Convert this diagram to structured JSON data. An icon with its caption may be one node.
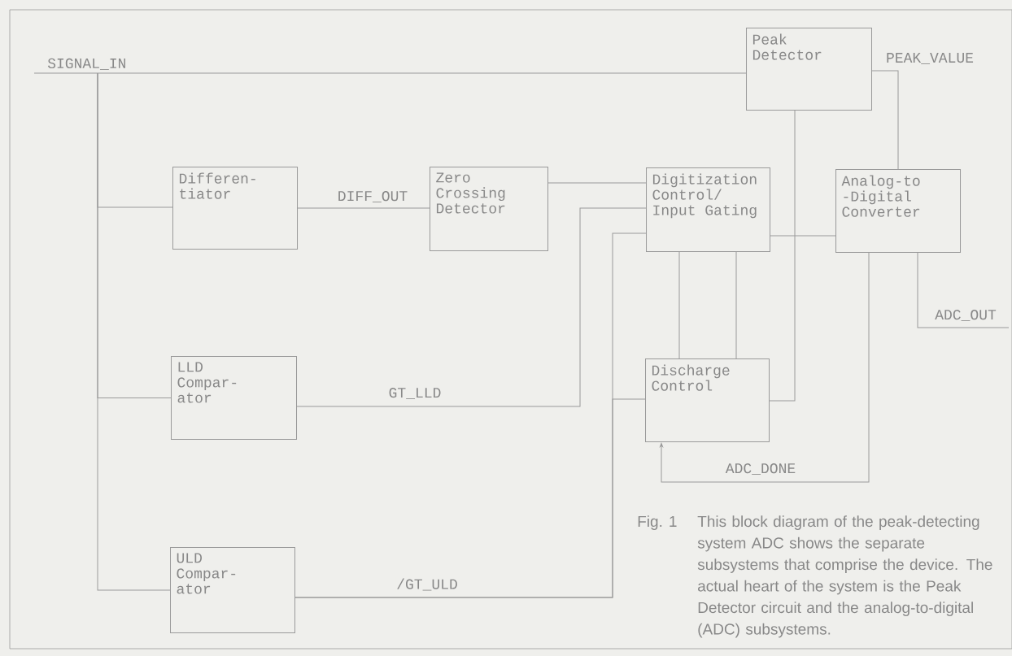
{
  "diagram": {
    "caption": "This block diagram of the peak-detecting system ADC shows the separate subsystems that comprise the device.  The actual heart of the system is the Peak Detector circuit and the analog-to-digital (ADC) subsystems.",
    "nodes": [
      {
        "text": [
          "SIGNAL_IN"
        ]
      },
      {
        "text": [
          "Peak Detector"
        ]
      },
      {
        "text": [
          "Differen- tiator"
        ]
      },
      {
        "text": [
          "Zero Crossing Detector"
        ]
      },
      {
        "text": [
          "Digitization Control/ Input Gating"
        ]
      },
      {
        "text": [
          "Analog-to -Digital Converter"
        ]
      },
      {
        "text": [
          "LLD Compar- ator"
        ]
      },
      {
        "text": [
          "Discharge Control"
        ]
      },
      {
        "text": [
          "ULD Compar- ator"
        ]
      }
    ],
    "edges": [
      {
        "from": 0,
        "to": 1,
        "arrow": "none"
      },
      {
        "from": 0,
        "to": 2,
        "arrow": "none"
      },
      {
        "from": 0,
        "to": 6,
        "arrow": "none"
      },
      {
        "from": 0,
        "to": 8,
        "arrow": "none"
      },
      {
        "from": 1,
        "to": 5,
        "arrow": "none",
        "label": "PEAK_VALUE"
      },
      {
        "from": 2,
        "to": 3,
        "arrow": "none",
        "label": "DIFF_OUT"
      },
      {
        "from": 3,
        "to": 4,
        "arrow": "none"
      },
      {
        "from": 4,
        "to": 5,
        "arrow": "none"
      },
      {
        "from": 1,
        "to": 7,
        "arrow": "none"
      },
      {
        "from": 4,
        "to": 7,
        "arrow": "none"
      },
      {
        "from": 4,
        "to": 7,
        "arrow": "none"
      },
      {
        "from": 6,
        "to": 4,
        "arrow": "none",
        "label": "GT_LLD"
      },
      {
        "from": 8,
        "to": 4,
        "arrow": "none",
        "label": "/GT_ULD"
      },
      {
        "from": 8,
        "to": 7,
        "arrow": "none"
      },
      {
        "from": 5,
        "to": 7,
        "arrow": "to",
        "label": "ADC_DONE"
      },
      {
        "from": 5,
        "to": null,
        "arrow": "none",
        "label": "ADC_OUT"
      }
    ],
    "labels": [
      "Fig. 1"
    ]
  }
}
